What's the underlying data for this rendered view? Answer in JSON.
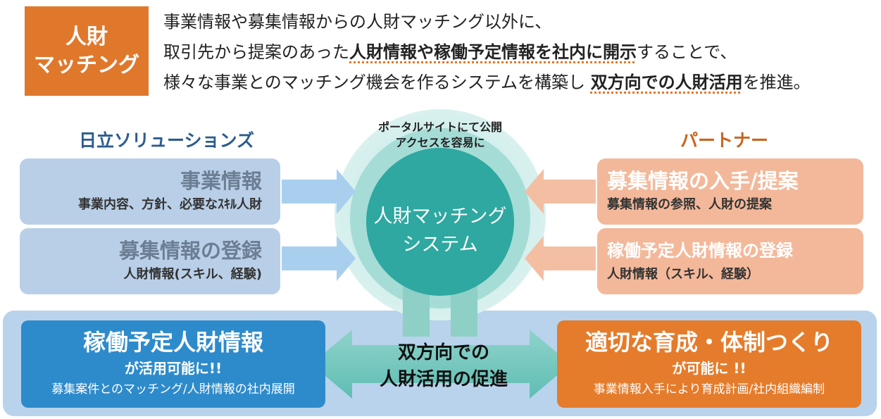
{
  "badge": {
    "line1": "人財",
    "line2": "マッチング"
  },
  "intro": {
    "l1": "事業情報や募集情報からの人財マッチング以外に、",
    "l2a": "取引先から提案のあった",
    "l2b": "人財情報や稼働予定情報を社内に開示",
    "l2c": "することで、",
    "l3a": "様々な事業とのマッチング機会を作るシステムを構築し",
    "l3b": "双方向での人財活用",
    "l3c": "を推進。"
  },
  "left_header": "日立ソリューションズ",
  "right_header": "パートナー",
  "portal": {
    "l1": "ポータルサイトにて公開",
    "l2": "アクセスを容易に"
  },
  "system": {
    "l1": "人財マッチング",
    "l2": "システム"
  },
  "left_boxes": [
    {
      "title": "事業情報",
      "sub": "事業内容、方針、必要なｽｷﾙ人財"
    },
    {
      "title": "募集情報の登録",
      "sub": "人財情報(スキル、経験)"
    }
  ],
  "right_boxes": [
    {
      "title": "募集情報の入手/提案",
      "sub": "募集情報の参照、人財の提案"
    },
    {
      "title": "稼働予定人財情報の登録",
      "sub": "人財情報（スキル、経験）"
    }
  ],
  "bottom_left": {
    "title": "稼働予定人財情報",
    "sub": "が活用可能に!!",
    "note": "募集案件とのマッチング/人財情報の社内展開"
  },
  "bottom_right": {
    "title": "適切な育成・体制つくり",
    "sub": "が可能に !!",
    "note": "事業情報入手により育成計画/社内組織編制"
  },
  "center": {
    "l1": "双方向での",
    "l2": "人財活用の促進"
  },
  "colors": {
    "orange": "#E0782C",
    "teal": "#2EA8A0",
    "blue": "#2E8BCB",
    "navy": "#2C5C8F"
  }
}
